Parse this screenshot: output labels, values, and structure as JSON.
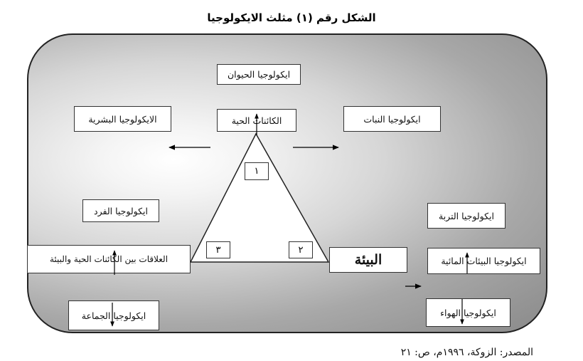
{
  "title": "الشكل رقم (١) مثلث الايكولوجيا",
  "boxes": {
    "animal_ecology": "ايكولوجيا الحيوان",
    "living_organisms": "الكائنات الحية",
    "human_ecology": "الايكولوجيا البشرية",
    "plant_ecology": "ايكولوجيا النبات",
    "individual_ecology": "ايكولوجيا الفرد",
    "relations": "العلاقات بين الكائنات الحية والبيئة",
    "group_ecology": "ايكولوجيا الجماعة",
    "environment": "البيئة",
    "soil_ecology": "ايكولوجيا التربة",
    "water_ecology": "ايكولوجيا البيئات المائية",
    "air_ecology": "ايكولوجيا الهواء"
  },
  "numbers": {
    "n1": "١",
    "n2": "٢",
    "n3": "٣"
  },
  "source": "المصدر: الزوكة، ١٩٩٦م، ص: ٢١"
}
